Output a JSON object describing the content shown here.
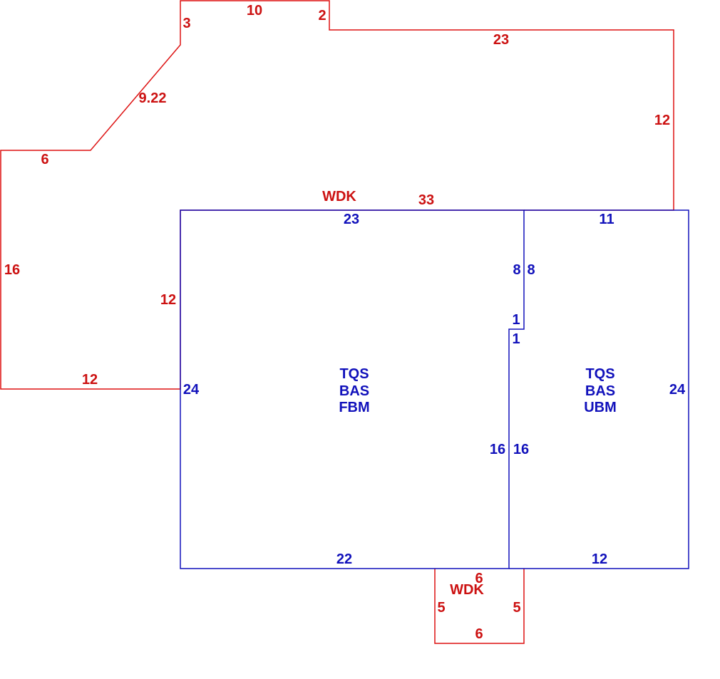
{
  "colors": {
    "wdk": "#dd1111",
    "living": "#1111bb"
  },
  "wdk_top": {
    "label": "WDK",
    "dims": {
      "a": "3",
      "b": "10",
      "c": "2",
      "d": "23",
      "e": "12",
      "f": "9.22",
      "g": "6",
      "h": "33",
      "i": "16",
      "j": "12",
      "k": "12"
    }
  },
  "bas_fbm": {
    "lines": [
      "TQS",
      "BAS",
      "FBM"
    ],
    "dims": {
      "top": "23",
      "left": "24",
      "bottom": "22",
      "right_upper": "8",
      "step": "1",
      "right_lower": "16"
    }
  },
  "bas_ubm": {
    "lines": [
      "TQS",
      "BAS",
      "UBM"
    ],
    "dims": {
      "top": "11",
      "right": "24",
      "bottom": "12",
      "left_upper": "8",
      "step": "1",
      "left_lower": "16"
    }
  },
  "wdk_bottom": {
    "label": "WDK",
    "dims": {
      "top": "6",
      "left": "5",
      "right": "5",
      "bottom": "6"
    }
  }
}
